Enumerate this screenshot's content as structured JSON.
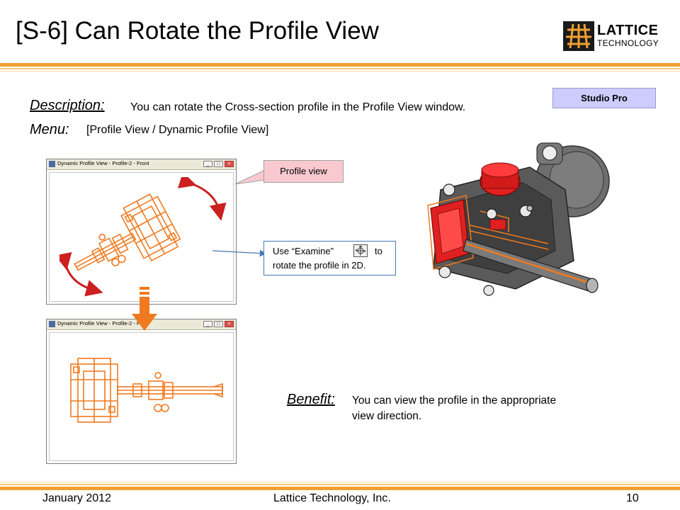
{
  "slide": {
    "title": "[S-6] Can Rotate the Profile View",
    "logo": {
      "name": "LATTICE",
      "sub": "TECHNOLOGY"
    },
    "badge": "Studio Pro",
    "description": {
      "heading": "Description:",
      "text": "You can rotate the Cross-section profile in the Profile View window."
    },
    "menu": {
      "heading": "Menu:",
      "text": "[Profile View / Dynamic Profile View]"
    },
    "window_top_title": "Dynamic Profile View - Profile-2 - Front",
    "window_bottom_title": "Dynamic Profile View - Profile-2 - Front",
    "callout_profile": "Profile view",
    "callout_examine": {
      "before": "Use “Examine”",
      "after": "to",
      "line2": "rotate the profile in 2D."
    },
    "benefit": {
      "heading": "Benefit:",
      "line1": "You can view the profile in the appropriate",
      "line2": "view direction."
    },
    "footer": {
      "date": "January 2012",
      "company": "Lattice Technology, Inc.",
      "page": "10"
    }
  },
  "colors": {
    "accent_orange": "#f0a030",
    "profile_orange": "#f07a1f",
    "arrow_red": "#cc1f1f",
    "badge_bg": "#ccccff",
    "callout_pink": "#f9c9d0"
  }
}
